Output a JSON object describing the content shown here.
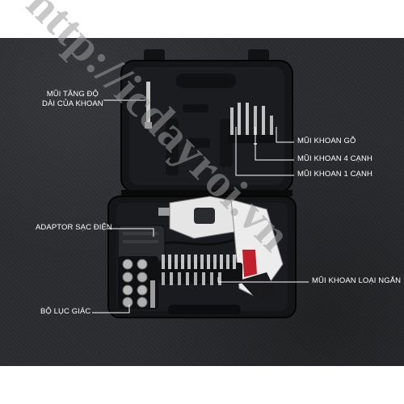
{
  "labels": {
    "extension_bit": [
      "MŨI TĂNG ĐỘ",
      "DÀI CỦA KHOAN"
    ],
    "wood_bit": "MŨI KHOAN GỖ",
    "square_bit": "MŨI KHOAN 4 CẠNH",
    "single_bit": "MŨI KHOAN 1 CẠNH",
    "adapter": "ADAPTOR SẠC ĐIỆN",
    "short_bits": "MŨI KHOAN LOẠI NGẮN",
    "hex_sockets": "BỘ LỤC GIÁC"
  },
  "watermark": "http://icdayroi.vn",
  "colors": {
    "background": "#2b2c2f",
    "case": "#141517",
    "drill_body": "#e9e9e9",
    "drill_accent": "#c0202a",
    "label_text": "#ffffff",
    "watermark": "#9a9a9a"
  }
}
